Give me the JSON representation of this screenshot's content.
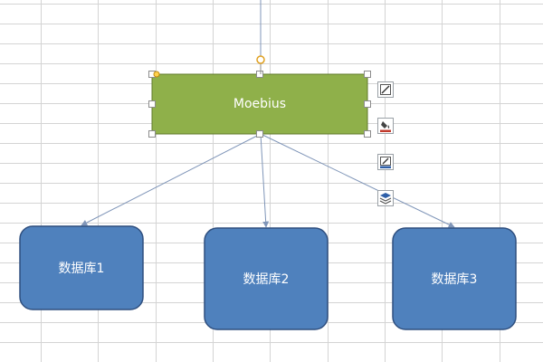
{
  "diagram": {
    "root": {
      "label": "Moebius",
      "fill": "#8fb04a",
      "border": "#5f7a2a",
      "selected": true
    },
    "children": [
      {
        "label": "数据库1",
        "fill": "#4f81bd",
        "border": "#2f4f7f"
      },
      {
        "label": "数据库2",
        "fill": "#4f81bd",
        "border": "#2f4f7f"
      },
      {
        "label": "数据库3",
        "fill": "#4f81bd",
        "border": "#2f4f7f"
      }
    ],
    "connector_color": "#7f95b8",
    "gridline_color": "#d4d4d4",
    "selection_handle_color": "#8c8c8c",
    "rotation_handle_color": "#e0a020"
  },
  "format_toolbar": {
    "buttons": [
      {
        "name": "edit-shape-icon"
      },
      {
        "name": "fill-color-icon",
        "accent": "#c0392b"
      },
      {
        "name": "outline-color-icon",
        "accent": "#2e5fa8"
      },
      {
        "name": "arrange-layers-icon",
        "accent": "#2e5fa8"
      }
    ]
  }
}
